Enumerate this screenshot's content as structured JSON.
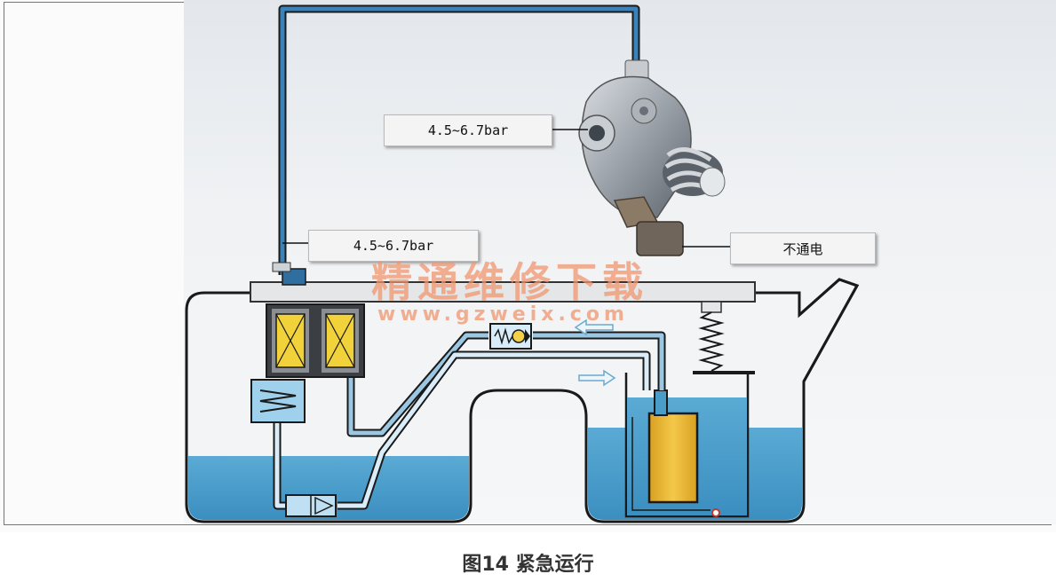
{
  "labels": {
    "pump_pressure": "4.5~6.7bar",
    "tank_pressure": "4.5~6.7bar",
    "no_power": "不通电"
  },
  "watermark": {
    "text_cn": "精通维修下载",
    "url": "www.gzweix.com"
  },
  "caption": "图14 紧急运行",
  "colors": {
    "pipe": "#2f6f9f",
    "fuel": "#4a9dc9",
    "coil": "#f2d23a",
    "filter": "#e8b12d",
    "watermark": "#f0966e"
  }
}
